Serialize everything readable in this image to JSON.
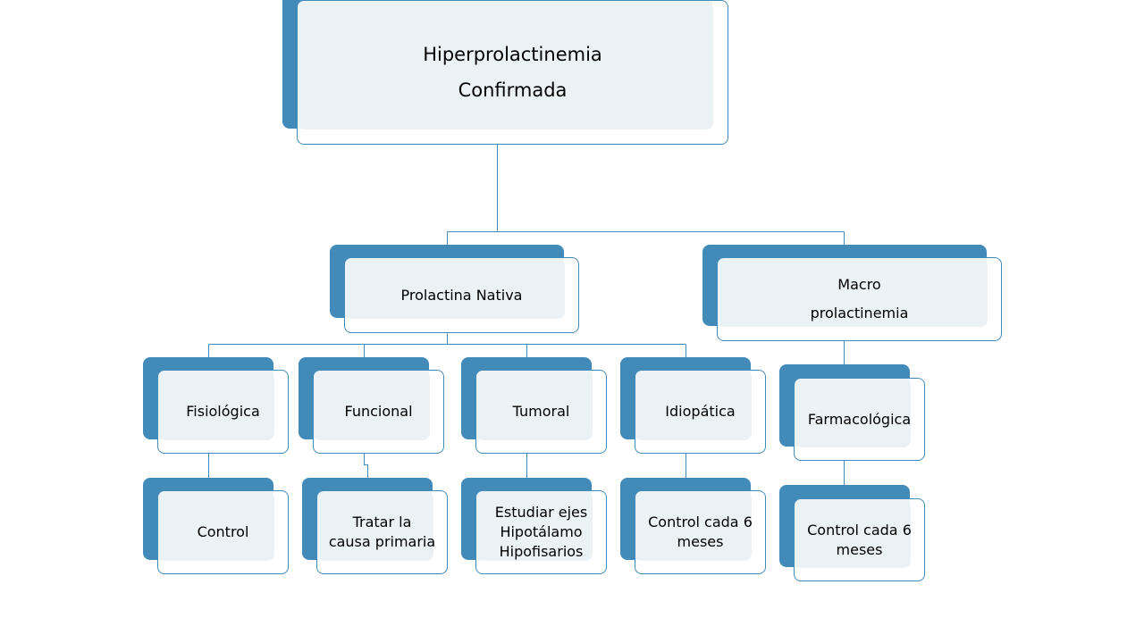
{
  "colors": {
    "accent": "#428bb9",
    "card_fill": "#ebf2f6",
    "line": "#428bb9"
  },
  "diagram": {
    "root": {
      "text": "Hiperprolactinemia\nConfirmada"
    },
    "branches": [
      {
        "text": "Prolactina Nativa",
        "children": [
          {
            "text": "Fisiológica",
            "action": "Control"
          },
          {
            "text": "Funcional",
            "action": "Tratar   la\ncausa primaria"
          },
          {
            "text": "Tumoral",
            "action": "Estudiar ejes\nHipotálamo\nHipofisarios"
          },
          {
            "text": "Idiopática",
            "action": "Control cada 6\nmeses"
          }
        ]
      },
      {
        "text": "Macro\nprolactinemia",
        "children": [
          {
            "text": "Farmacológica",
            "action": "Control cada 6\nmeses"
          }
        ]
      }
    ]
  }
}
